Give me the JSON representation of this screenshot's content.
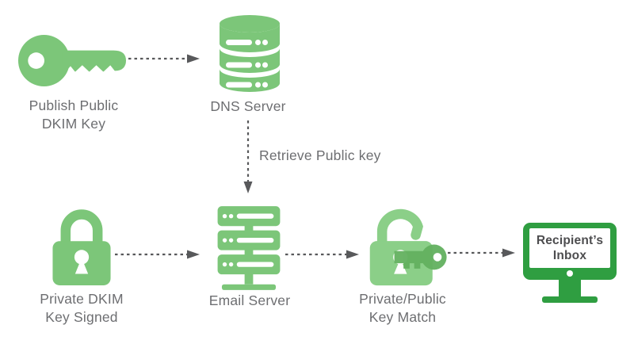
{
  "diagram": {
    "nodes": {
      "publish": {
        "label": "Publish Public\nDKIM Key",
        "icon": "key-icon"
      },
      "dns": {
        "label": "DNS Server",
        "icon": "dns-database-icon"
      },
      "private_signed": {
        "label": "Private DKIM\nKey Signed",
        "icon": "padlock-locked-icon"
      },
      "email": {
        "label": "Email Server",
        "icon": "email-server-icon"
      },
      "match": {
        "label": "Private/Public\nKey Match",
        "icon": "padlock-open-key-icon"
      },
      "inbox": {
        "screen_label": "Recipient’s\nInbox",
        "icon": "monitor-icon"
      }
    },
    "edge_labels": {
      "retrieve": "Retrieve Public key"
    },
    "colors": {
      "icon_green": "#7cc679",
      "icon_green_light": "#8bcf88",
      "icon_green_dark": "#63b15f",
      "monitor_green": "#2f9e41",
      "label_gray": "#6d6e71",
      "arrow_gray": "#58595b",
      "screen_text_gray": "#4d4d4f"
    }
  }
}
